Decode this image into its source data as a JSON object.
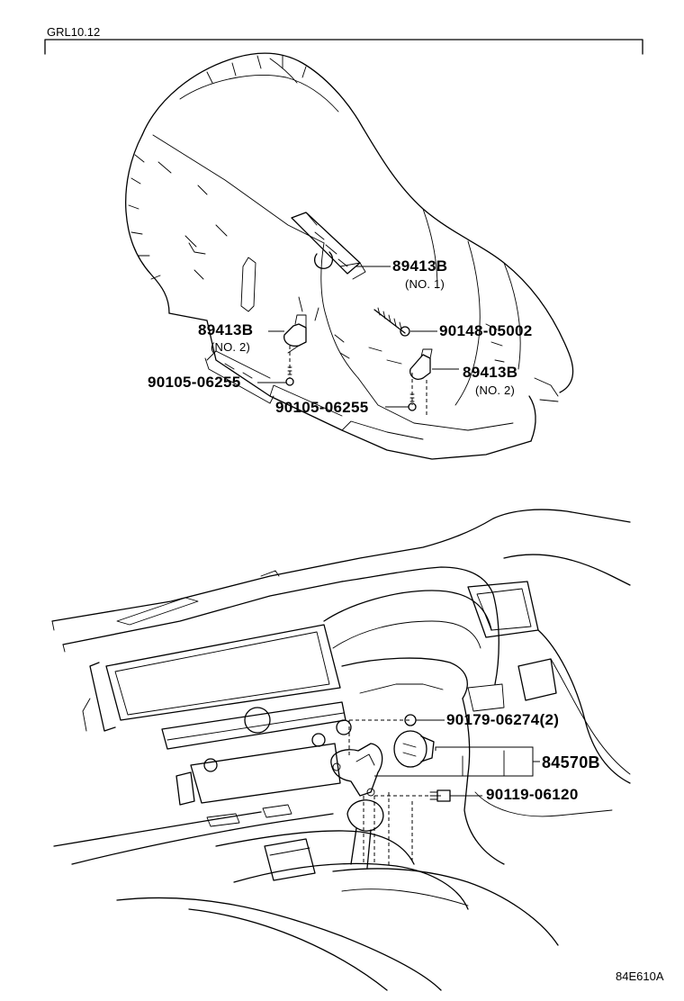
{
  "header": {
    "code": "GRL10.12"
  },
  "footer": {
    "figure_code": "84E610A"
  },
  "parts": [
    {
      "id": "89413B-no1",
      "number": "89413B",
      "note": "(NO. 1)"
    },
    {
      "id": "90148-05002",
      "number": "90148-05002"
    },
    {
      "id": "89413B-no2-left",
      "number": "89413B",
      "note": "(NO. 2)"
    },
    {
      "id": "89413B-no2-right",
      "number": "89413B",
      "note": "(NO. 2)"
    },
    {
      "id": "90105-06255-left",
      "number": "90105-06255"
    },
    {
      "id": "90105-06255-right",
      "number": "90105-06255"
    },
    {
      "id": "90179-06274",
      "number": "90179-06274",
      "qty": "(2)"
    },
    {
      "id": "84570B",
      "number": "84570B"
    },
    {
      "id": "90119-06120",
      "number": "90119-06120"
    }
  ]
}
